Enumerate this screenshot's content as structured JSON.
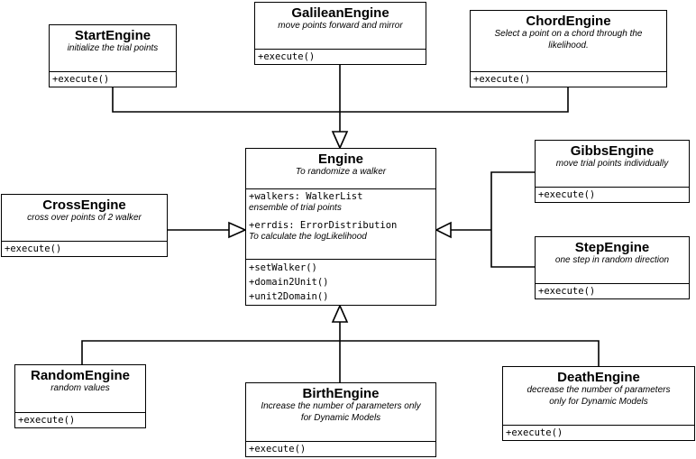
{
  "engine": {
    "name": "Engine",
    "description": "To randomize a walker",
    "attributes": [
      {
        "signature": "+walkers: WalkerList",
        "description": "ensemble of trial points"
      },
      {
        "signature": "+errdis: ErrorDistribution",
        "description": "To calculate the logLikelihood"
      }
    ],
    "methods": [
      "+setWalker()",
      "+domain2Unit()",
      "+unit2Domain()"
    ]
  },
  "subclasses": {
    "start": {
      "name": "StartEngine",
      "description": "initialize the trial points",
      "method": "+execute()"
    },
    "galilean": {
      "name": "GalileanEngine",
      "description": "move points forward and mirror",
      "method": "+execute()"
    },
    "chord": {
      "name": "ChordEngine",
      "description": "Select a point on a chord through the likelihood.",
      "method": "+execute()"
    },
    "cross": {
      "name": "CrossEngine",
      "description": "cross over points of 2 walker",
      "method": "+execute()"
    },
    "gibbs": {
      "name": "GibbsEngine",
      "description": "move trial points individually",
      "method": "+execute()"
    },
    "step": {
      "name": "StepEngine",
      "description": "one step in random direction",
      "method": "+execute()"
    },
    "random": {
      "name": "RandomEngine",
      "description": "random values",
      "method": "+execute()"
    },
    "birth": {
      "name": "BirthEngine",
      "description": "Increase the number of parameters only for Dynamic Models",
      "method": "+execute()"
    },
    "death": {
      "name": "DeathEngine",
      "description": "decrease the number of parameters only for Dynamic Models",
      "method": "+execute()"
    }
  }
}
